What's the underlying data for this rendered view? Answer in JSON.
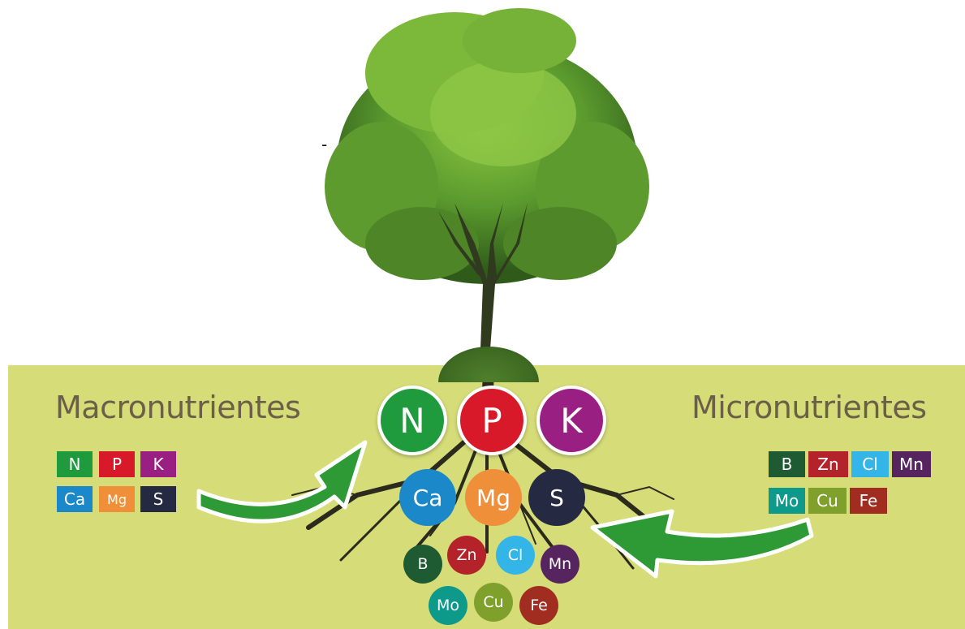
{
  "headings": {
    "macro": "Macronutrientes",
    "micro": "Micronutrientes"
  },
  "stray_mark": "-",
  "macro_legend": [
    {
      "symbol": "N",
      "color": "#1f9a3c"
    },
    {
      "symbol": "P",
      "color": "#d7192a"
    },
    {
      "symbol": "K",
      "color": "#9a1f82"
    },
    {
      "symbol": "Ca",
      "color": "#1a88c9"
    },
    {
      "symbol": "Mg",
      "color": "#ef8f3a"
    },
    {
      "symbol": "S",
      "color": "#252a42"
    }
  ],
  "micro_legend": [
    {
      "symbol": "B",
      "color": "#1e5a32"
    },
    {
      "symbol": "Zn",
      "color": "#b5232a"
    },
    {
      "symbol": "Cl",
      "color": "#33b5e8"
    },
    {
      "symbol": "Mn",
      "color": "#56245e"
    },
    {
      "symbol": "Mo",
      "color": "#0e9a8a"
    },
    {
      "symbol": "Cu",
      "color": "#7fa02a"
    },
    {
      "symbol": "Fe",
      "color": "#a12d20"
    }
  ],
  "npk_circles": [
    {
      "symbol": "N",
      "color": "#1f9a3c"
    },
    {
      "symbol": "P",
      "color": "#d7192a"
    },
    {
      "symbol": "K",
      "color": "#9a1f82"
    }
  ],
  "secondary_circles": [
    {
      "symbol": "Ca",
      "color": "#1a88c9"
    },
    {
      "symbol": "Mg",
      "color": "#ef8f3a"
    },
    {
      "symbol": "S",
      "color": "#252a42"
    }
  ],
  "micro_circles": [
    {
      "symbol": "B",
      "color": "#1e5a32"
    },
    {
      "symbol": "Zn",
      "color": "#b5232a"
    },
    {
      "symbol": "Cl",
      "color": "#33b5e8"
    },
    {
      "symbol": "Mn",
      "color": "#56245e"
    },
    {
      "symbol": "Mo",
      "color": "#0e9a8a"
    },
    {
      "symbol": "Cu",
      "color": "#7fa02a"
    },
    {
      "symbol": "Fe",
      "color": "#a12d20"
    }
  ],
  "colors": {
    "soil": "#d5dc78",
    "arrow": "#2e9a35",
    "heading_text": "#6b5f48",
    "roots": "#2b2a1c",
    "foliage": "#4f8f2c"
  }
}
